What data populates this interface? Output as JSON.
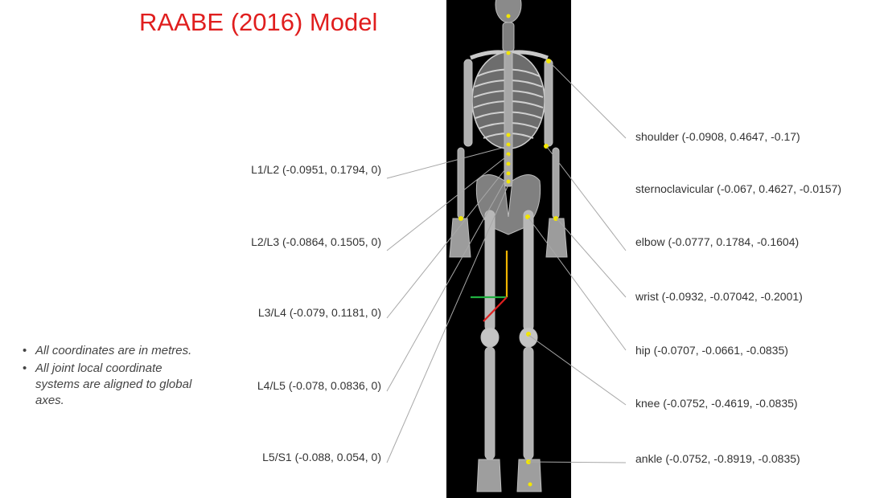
{
  "title": "RAABE (2016) Model",
  "colors": {
    "title": "#e01e1e",
    "joint_marker": "#f2e600",
    "axis_x": "#e02020",
    "axis_y": "#f0b400",
    "axis_z": "#20b040"
  },
  "left_labels": [
    {
      "joint": "L1/L2",
      "text": "L1/L2 (-0.0951, 0.1794, 0)"
    },
    {
      "joint": "L2/L3",
      "text": "L2/L3 (-0.0864, 0.1505, 0)"
    },
    {
      "joint": "L3/L4",
      "text": "L3/L4 (-0.079, 0.1181, 0)"
    },
    {
      "joint": "L4/L5",
      "text": "L4/L5 (-0.078, 0.0836, 0)"
    },
    {
      "joint": "L5/S1",
      "text": "L5/S1 (-0.088, 0.054, 0)"
    }
  ],
  "right_labels": [
    {
      "joint": "shoulder",
      "text": "shoulder (-0.0908, 0.4647, -0.17)"
    },
    {
      "joint": "sternoclavicular",
      "text": "sternoclavicular (-0.067, 0.4627, -0.0157)"
    },
    {
      "joint": "elbow",
      "text": "elbow (-0.0777, 0.1784, -0.1604)"
    },
    {
      "joint": "wrist",
      "text": "wrist (-0.0932, -0.07042, -0.2001)"
    },
    {
      "joint": "hip",
      "text": "hip (-0.0707, -0.0661, -0.0835)"
    },
    {
      "joint": "knee",
      "text": "knee (-0.0752, -0.4619, -0.0835)"
    },
    {
      "joint": "ankle",
      "text": "ankle (-0.0752, -0.8919, -0.0835)"
    }
  ],
  "notes": [
    "All coordinates are in metres.",
    "All joint local coordinate systems are aligned to global axes."
  ],
  "bullet": "•"
}
